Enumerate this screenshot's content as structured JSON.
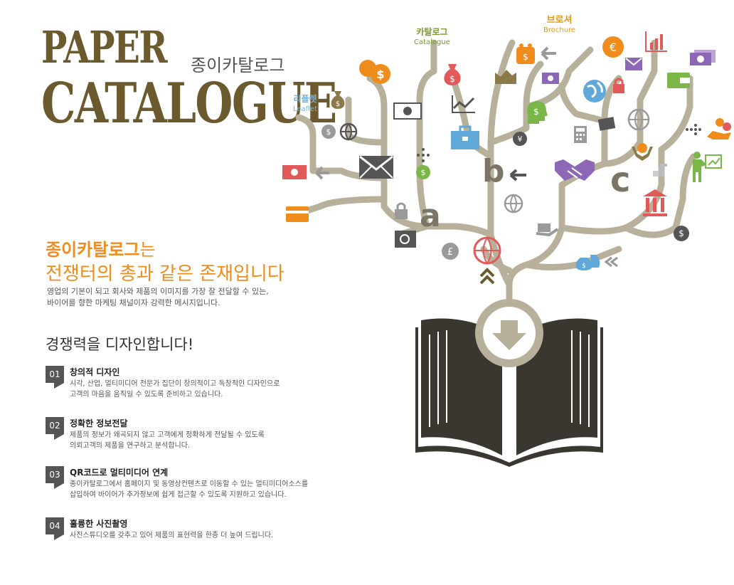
{
  "title": {
    "line1": "PAPER",
    "line2": "CATALOGUE",
    "subtitle": "종이카탈로그"
  },
  "branches": {
    "leaflet": {
      "ko": "리플렛",
      "en": "Leaflet"
    },
    "catalogue": {
      "ko": "카탈로그",
      "en": "Catalogue"
    },
    "brochure": {
      "ko": "브로셔",
      "en": "Brochure"
    }
  },
  "tree_letters": {
    "a": "a",
    "b": "b",
    "c": "c"
  },
  "headline": {
    "bold": "종이카탈로그",
    "rest1": "는",
    "line2": "전쟁터의 총과 같은 존재입니다"
  },
  "intro": {
    "line1": "영업의 기본이 되고 회사와 제품의 이미지를 가장 잘 전달할 수 있는,",
    "line2": "바이어를 향한 마케팅 채널이자 강력한 메시지입니다."
  },
  "section_title": "경쟁력을 디자인합니다!",
  "features": [
    {
      "num": "01",
      "title": "창의적 디자인",
      "line1": "시각, 산업, 멀티미디어 전문가 집단이 창의적이고 독창적인 디자인으로",
      "line2": "고객의 마음을 움직일 수 있도록 준비하고 있습니다."
    },
    {
      "num": "02",
      "title": "정확한 정보전달",
      "line1": "제품의 정보가 왜곡되지 않고 고객에게 정확하게 전달될 수 있도록",
      "line2": "의뢰고객의 제품을 연구하고 분석합니다."
    },
    {
      "num": "03",
      "title": "QR코드로 멀티미디어 연계",
      "line1": "종이카탈로그에서 홈페이지 및 동영상컨텐츠로 이동할 수 있는 멀티미디어소스를",
      "line2": "삽입하여 바이어가 추가정보에 쉽게 접근할 수 있도록 지원하고 있습니다."
    },
    {
      "num": "04",
      "title": "훌륭한 사진촬영",
      "line1": "사진스튜디오를 갖추고 있어 제품의 표현력을 한층 더 높여 드립니다.",
      "line2": ""
    }
  ],
  "colors": {
    "brown": "#6b5a2e",
    "orange": "#ef8c1c",
    "tree": "#b7b09a",
    "book": "#3a3630",
    "purple": "#8c67b5",
    "green": "#7ab648",
    "blue": "#5fa8d8",
    "red": "#e05a5a",
    "gray": "#9a9a9a"
  },
  "icons": [
    "dollar-bag-icon",
    "dollar-coin-icon",
    "envelope-icon",
    "briefcase-icon",
    "globe-icon",
    "handshake-icon",
    "bank-icon",
    "euro-icon",
    "bar-chart-icon",
    "credit-card-icon",
    "lock-icon",
    "safe-icon",
    "pound-icon",
    "yen-icon",
    "calculator-icon",
    "money-stack-icon",
    "wallet-icon",
    "presenter-icon",
    "purse-icon",
    "arrow-down-icon"
  ]
}
